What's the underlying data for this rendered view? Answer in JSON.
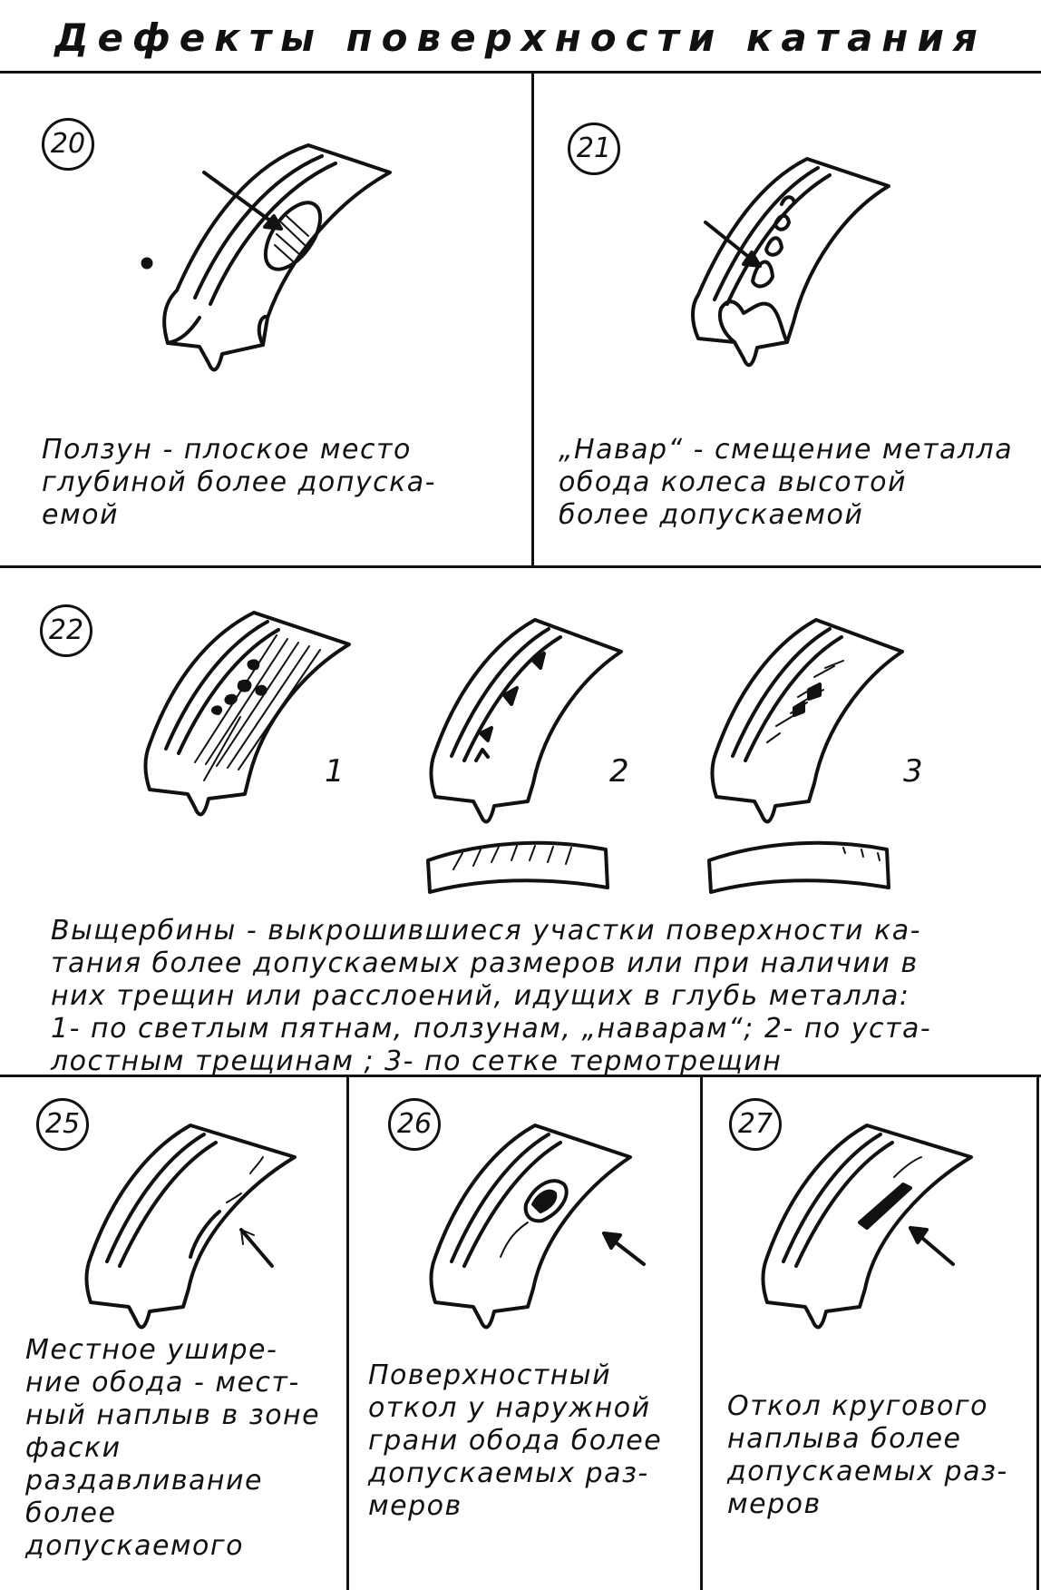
{
  "title": "Дефекты поверхности катания",
  "panels": {
    "p20": {
      "number": "20",
      "caption": "Ползун - плоское место\nглубиной более допуска-\nемой"
    },
    "p21": {
      "number": "21",
      "caption": "„Навар“ - смещение металла\nобода колеса высотой\nболее допускаемой"
    },
    "p22": {
      "number": "22",
      "labels": [
        "1",
        "2",
        "3"
      ],
      "caption": "Выщербины - выкрошившиеся участки поверхности ка-\nтания более допускаемых размеров или при наличии в\nних трещин или расслоений, идущих в глубь металла:\n1- по светлым пятнам, ползунам, „наварам“; 2- по уста-\nлостным трещинам ; 3- по сетке термотрещин"
    },
    "p25": {
      "number": "25",
      "caption": "Местное уширe-\nние обода - мест-\nный наплыв в зоне\nфаски\n раздавливание\nболее допускаемого"
    },
    "p26": {
      "number": "26",
      "caption": "Поверхностный\nоткол у наружной\nграни обода более\nдопускаемых раз-\nмеров"
    },
    "p27": {
      "number": "27",
      "caption": "Откол кругового\nнаплыва более\nдопускаемых раз-\nмеров"
    }
  }
}
